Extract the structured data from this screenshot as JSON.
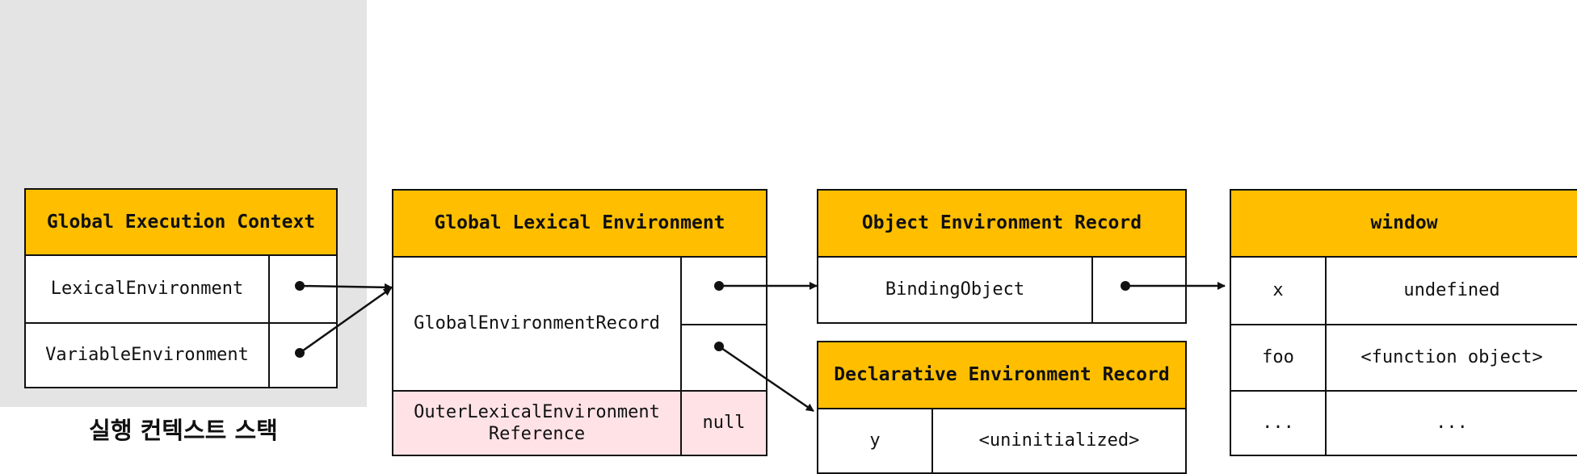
{
  "stack": {
    "label": "실행 컨텍스트 스택"
  },
  "gec": {
    "title": "Global Execution Context",
    "rows": [
      "LexicalEnvironment",
      "VariableEnvironment"
    ]
  },
  "gle": {
    "title": "Global Lexical Environment",
    "record_label": "GlobalEnvironmentRecord",
    "outer_label": "OuterLexicalEnvironment Reference",
    "outer_value": "null"
  },
  "oer": {
    "title": "Object Environment Record",
    "row_label": "BindingObject"
  },
  "der": {
    "title": "Declarative Environment Record",
    "row": {
      "key": "y",
      "value": "<uninitialized>"
    }
  },
  "window": {
    "title": "window",
    "rows": [
      {
        "key": "x",
        "value": "undefined"
      },
      {
        "key": "foo",
        "value": "<function object>"
      },
      {
        "key": "...",
        "value": "..."
      }
    ]
  }
}
